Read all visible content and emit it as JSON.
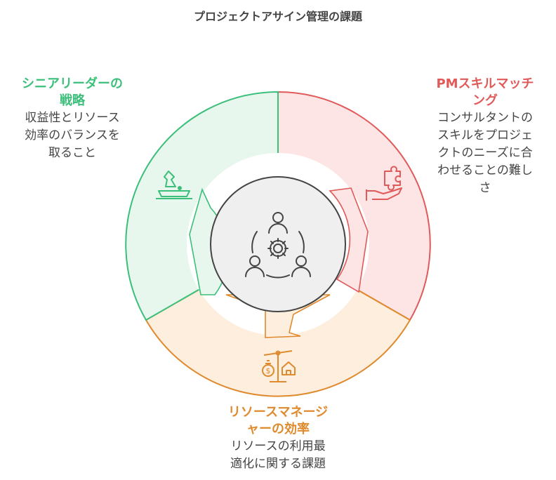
{
  "title": "プロジェクトアサイン管理の課題",
  "colors": {
    "leader": "#3bbf7a",
    "pm": "#e05a5a",
    "resource": "#e08a2e",
    "text": "#444444"
  },
  "sections": {
    "leader": {
      "heading_lines": [
        "シニアリーダーの",
        "戦略"
      ],
      "body_lines": [
        "収益性とリソース",
        "効率のバランスを",
        "取ること"
      ],
      "icon": "strategy-chess-knight-icon"
    },
    "pm": {
      "heading_lines": [
        "PMスキルマッチ",
        "ング"
      ],
      "body_lines": [
        "コンサルタントの",
        "スキルをプロジェ",
        "クトのニーズに合",
        "わせることの難し",
        "さ"
      ],
      "icon": "puzzle-hand-icon"
    },
    "resource": {
      "heading_lines": [
        "リソースマネージ",
        "ャーの効率"
      ],
      "body_lines": [
        "リソースの利用最",
        "適化に関する課題"
      ],
      "icon": "balance-scale-icon"
    }
  },
  "center_icon": "team-gear-icon"
}
